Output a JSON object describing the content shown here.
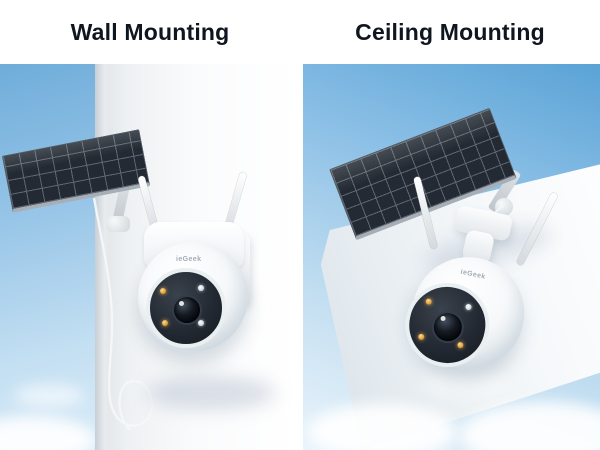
{
  "headers": {
    "left": "Wall Mounting",
    "right": "Ceiling Mounting"
  },
  "brand": {
    "label": "ieGeek"
  },
  "colors": {
    "title_text": "#10161f",
    "sky_top": "#5aa3d6",
    "sky_bottom": "#eaf4fb",
    "wall_white": "#fafbfc",
    "solar_panel_dark": "#232a33",
    "camera_white": "#f6f8fa",
    "camera_face_dark": "#232932",
    "led_amber": "#d9962f",
    "background": "#ffffff"
  }
}
